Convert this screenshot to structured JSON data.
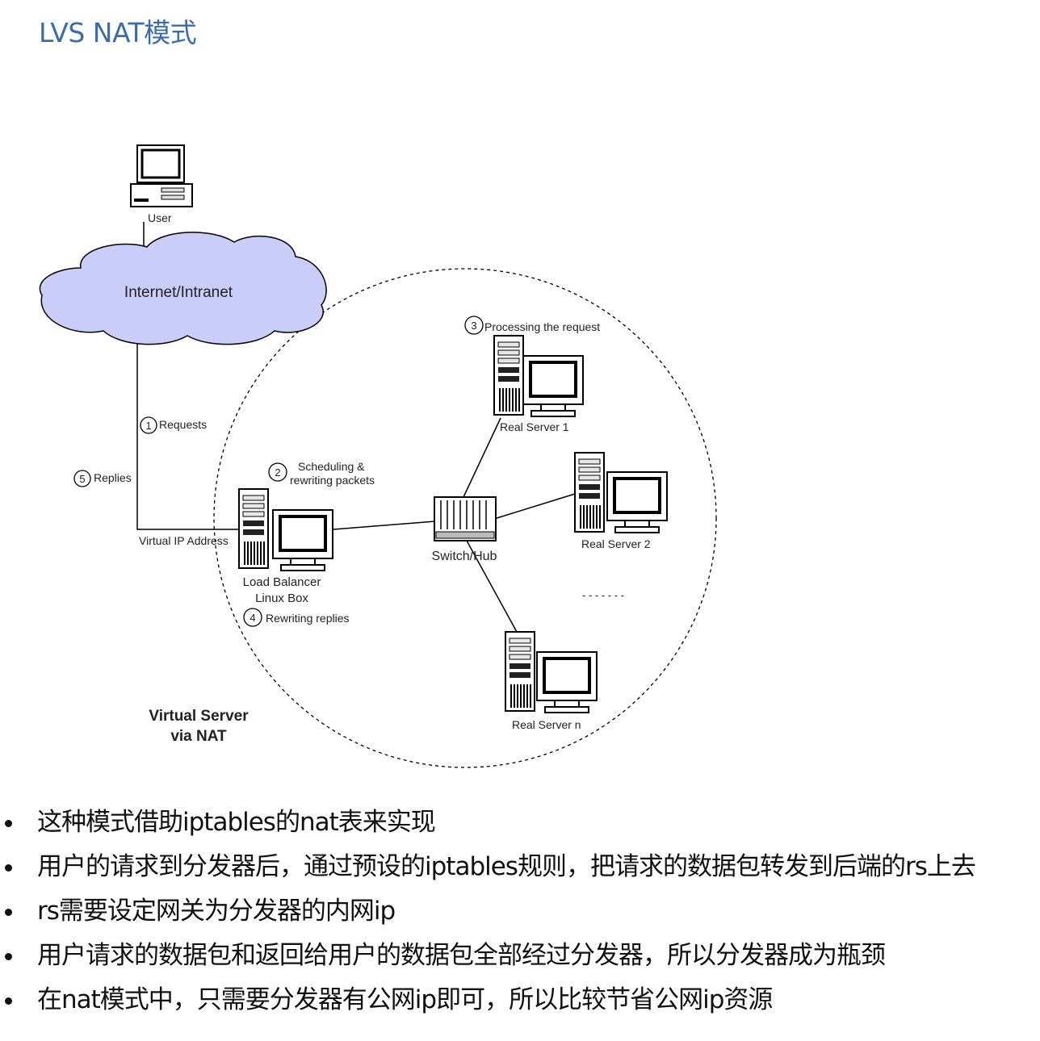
{
  "title": "LVS NAT模式",
  "diagram": {
    "cloud_label": "Internet/Intranet",
    "user_label": "User",
    "step1": {
      "num": "1",
      "label": "Requests"
    },
    "step2": {
      "num": "2",
      "line1": "Scheduling &",
      "line2": "rewriting packets"
    },
    "step3": {
      "num": "3",
      "label": "Processing the request"
    },
    "step4": {
      "num": "4",
      "label": "Rewriting replies"
    },
    "step5": {
      "num": "5",
      "label": "Replies"
    },
    "vip_label": "Virtual IP Address",
    "lb_line1": "Load Balancer",
    "lb_line2": "Linux Box",
    "switch_label": "Switch/Hub",
    "rs1_label": "Real Server 1",
    "rs2_label": "Real Server 2",
    "rsn_label": "Real Server n",
    "ellipsis": "- - - - - - -",
    "vs_line1": "Virtual Server",
    "vs_line2": "via NAT",
    "colors": {
      "cloud": "#c9cdf8",
      "title": "#3d6ca8"
    }
  },
  "bullets": [
    "这种模式借助iptables的nat表来实现",
    "用户的请求到分发器后，通过预设的iptables规则，把请求的数据包转发到后端的rs上去",
    "rs需要设定网关为分发器的内网ip",
    "用户请求的数据包和返回给用户的数据包全部经过分发器，所以分发器成为瓶颈",
    "在nat模式中，只需要分发器有公网ip即可，所以比较节省公网ip资源"
  ]
}
